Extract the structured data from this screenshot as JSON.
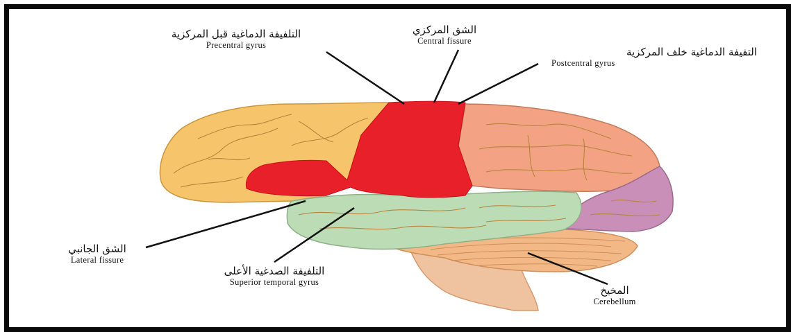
{
  "labels": {
    "precentral": {
      "ar": "التلفيفة الدماغية قبل المركزية",
      "en": "Precentral gyrus"
    },
    "central": {
      "ar": "الشق المركزي",
      "en": "Central fissure"
    },
    "postcentral": {
      "ar": "التفيفة الدماغية خلف المركزية",
      "en": "Postcentral gyrus"
    },
    "lateral": {
      "ar": "الشق الجانبي",
      "en": "Lateral fissure"
    },
    "superior_temporal": {
      "ar": "التلفيفة الصدغية الأعلى",
      "en": "Superior temporal gyrus"
    },
    "cerebellum": {
      "ar": "المخيخ",
      "en": "Cerebellum"
    }
  },
  "colors": {
    "frontal": "#f6c46a",
    "motor": "#e8202a",
    "parietal": "#f3a383",
    "occipital": "#c98fb8",
    "temporal": "#bcdcb6",
    "cerebellum": "#f2b987",
    "brainstem": "#f0c3a0",
    "sulcus": "#b8843c"
  }
}
